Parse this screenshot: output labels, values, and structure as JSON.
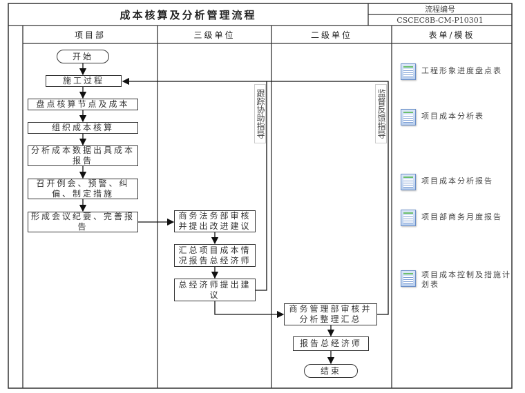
{
  "header": {
    "title": "成本核算及分析管理流程",
    "code_label": "流程编号",
    "code_value": "CSCEC8B-CM-P10301"
  },
  "lanes": [
    "项目部",
    "三级单位",
    "二级单位",
    "表单/模板"
  ],
  "nodes": {
    "start": "开始",
    "construction": "施工过程",
    "inventory": "盘点核算节点及成本",
    "organize": "组织成本核算",
    "analyze": "分析成本数据出具成本报告",
    "meeting": "召开例会、预警、纠偏、制定措施",
    "minutes": "形成会议纪要、完善报告",
    "legal_review": "商务法务部审核并提出改进建议",
    "summary": "汇总项目成本情况报告总经济师",
    "economist": "总经济师提出建议",
    "mgmt_review": "商务管理部审核并分析整理汇总",
    "report": "报告总经济师",
    "end": "结束"
  },
  "feedback_labels": {
    "tier3": "跟踪协助指导",
    "tier2": "监督反馈指导"
  },
  "forms": [
    "工程形象进度盘点表",
    "项目成本分析表",
    "项目成本分析报告",
    "项目部商务月度报告",
    "项目成本控制及措施计划表"
  ]
}
